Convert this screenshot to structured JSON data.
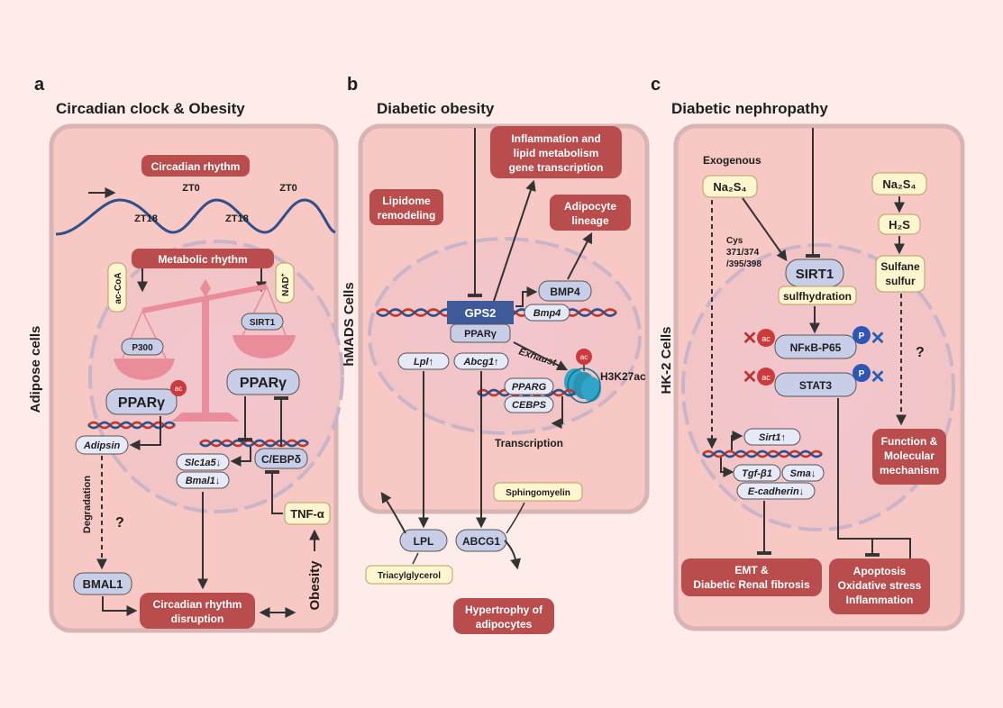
{
  "panels": {
    "a": {
      "letter": "a",
      "title": "Circadian clock & Obesity",
      "side_label": "Adipose cells",
      "circadian_rhythm": "Circadian rhythm",
      "zt0_1": "ZT0",
      "zt0_2": "ZT0",
      "zt18_1": "ZT18",
      "zt18_2": "ZT18",
      "metabolic_rhythm": "Metabolic rhythm",
      "ac_coa": "ac-CoA",
      "nad": "NAD",
      "nad_sup": "+",
      "p300": "P300",
      "sirt1": "SIRT1",
      "ppar_left": "PPARγ",
      "ppar_right": "PPARγ",
      "ac": "ac",
      "adipsin": "Adipsin",
      "slc1a5": "Slc1a5↓",
      "bmal1_gene": "Bmal1↓",
      "cebp": "C/EBPδ",
      "degradation": "Degradation",
      "question": "?",
      "tnf": "TNF-α",
      "bmal1_protein": "BMAL1",
      "disruption_1": "Circadian rhythm",
      "disruption_2": "disruption",
      "obesity": "Obesity"
    },
    "b": {
      "letter": "b",
      "title": "Diabetic obesity",
      "side_label": "hMADS Cells",
      "inflammation_1": "Inflammation and",
      "inflammation_2": "lipid metabolism",
      "inflammation_3": "gene transcription",
      "lipidome_1": "Lipidome",
      "lipidome_2": "remodeling",
      "adipocyte_1": "Adipocyte",
      "adipocyte_2": "lineage",
      "bmp4_protein": "BMP4",
      "gps2": "GPS2",
      "bmp4_gene": "Bmp4",
      "ppar": "PPARγ",
      "exhaust": "Exhaust",
      "lpl_gene": "Lpl↑",
      "abcg1_gene": "Abcg1↑",
      "ac": "ac",
      "h3k27ac": "H3K27ac",
      "pparg": "PPARG",
      "cebps": "CEBPS",
      "transcription": "Transcription",
      "sphingomyelin": "Sphingomyelin",
      "lpl": "LPL",
      "abcg1": "ABCG1",
      "triacylglycerol": "Triacylglycerol",
      "hypertrophy_1": "Hypertrophy of",
      "hypertrophy_2": "adipocytes"
    },
    "c": {
      "letter": "c",
      "title": "Diabetic nephropathy",
      "side_label": "HK-2 Cells",
      "exogenous": "Exogenous",
      "na2s4_left": "Na₂S₄",
      "na2s4_right": "Na₂S₄",
      "h2s": "H₂S",
      "sulfane_1": "Sulfane",
      "sulfane_2": "sulfur",
      "cys_1": "Cys",
      "cys_2": "371/374",
      "cys_3": "/395/398",
      "sirt1": "SIRT1",
      "sulfhydration": "sulfhydration",
      "nfkb": "NFκB-P65",
      "stat3": "STAT3",
      "ac": "ac",
      "p": "P",
      "question": "?",
      "sirt1_gene": "Sirt1↑",
      "tgf": "Tgf-β1",
      "sma": "Sma↓",
      "ecadherin": "E-cadherin↓",
      "function_1": "Function &",
      "function_2": "Molecular",
      "function_3": "mechanism",
      "emt_1": "EMT &",
      "emt_2": "Diabetic Renal fibrosis",
      "apoptosis_1": "Apoptosis",
      "apoptosis_2": "Oxidative stress",
      "apoptosis_3": "Inflammation"
    }
  },
  "colors": {
    "background": "#fdecea",
    "panel_fill": "#f7c8c4",
    "panel_border": "#d9b4b4",
    "nucleus_border": "#c9b4c8",
    "red_box": "#b94d4d",
    "lavender": "#c8cde8",
    "yellow": "#fff6cf",
    "blue": "#3e5a99",
    "cyan": "#2fa6c9",
    "ac_red": "#cc3b3b",
    "p_blue": "#2f55b5",
    "cross_red": "#b83232",
    "cross_blue": "#1f5fb8"
  }
}
